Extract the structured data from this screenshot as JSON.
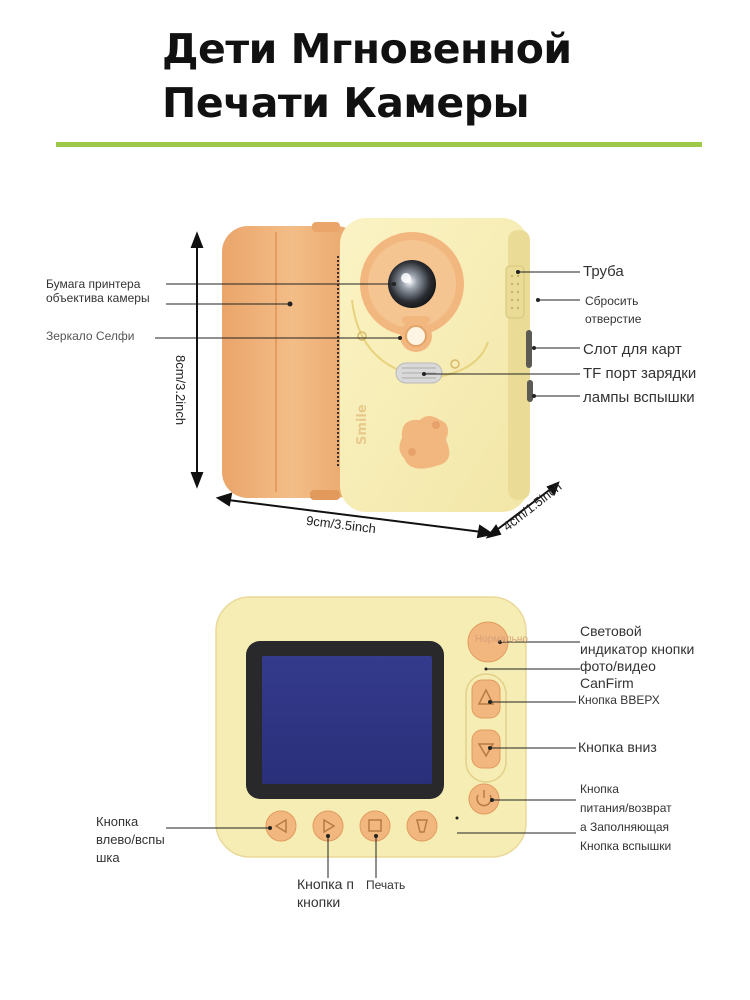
{
  "title": {
    "line1": "Дети Мгновенной",
    "line2": "Печати Камеры"
  },
  "colors": {
    "accent_rule": "#9cc94a",
    "body": "#f6edb4",
    "orange": "#f0b47c",
    "screen": "#2f3586",
    "line": "#222222"
  },
  "dimensions": {
    "height": "8cm/3.2inch",
    "width": "9cm/3.5inch",
    "depth": "4cm/1.5inch"
  },
  "front_labels": {
    "printer_paper": "Бумага принтера",
    "lens": "объектива камеры",
    "selfie_mirror": "Зеркало Селфи",
    "tube": "Труба",
    "reset": "Сбросить",
    "reset2": "отверстие",
    "card_slot": "Слот для карт",
    "tf_port": "TF порт зарядки",
    "flash": "лампы вспышки"
  },
  "back_labels": {
    "indicator1": "Световой",
    "indicator2": "индикатор кнопки",
    "indicator3": "фото/видео",
    "indicator4": "CanFirm",
    "up_button": "Кнопка ВВЕРХ",
    "down_button": "Кнопка вниз",
    "power1": "Кнопка",
    "power2": "питания/возврат",
    "power3": "а Заполняющая",
    "power4": "Кнопка вспышки",
    "left1": "Кнопка",
    "left2": "влево/вспы",
    "left3": "шка",
    "print_a": "Кнопка п",
    "print_b": "Печать",
    "print_c": "кнопки",
    "faint_text": "Нормально",
    "smile": "Smile"
  }
}
